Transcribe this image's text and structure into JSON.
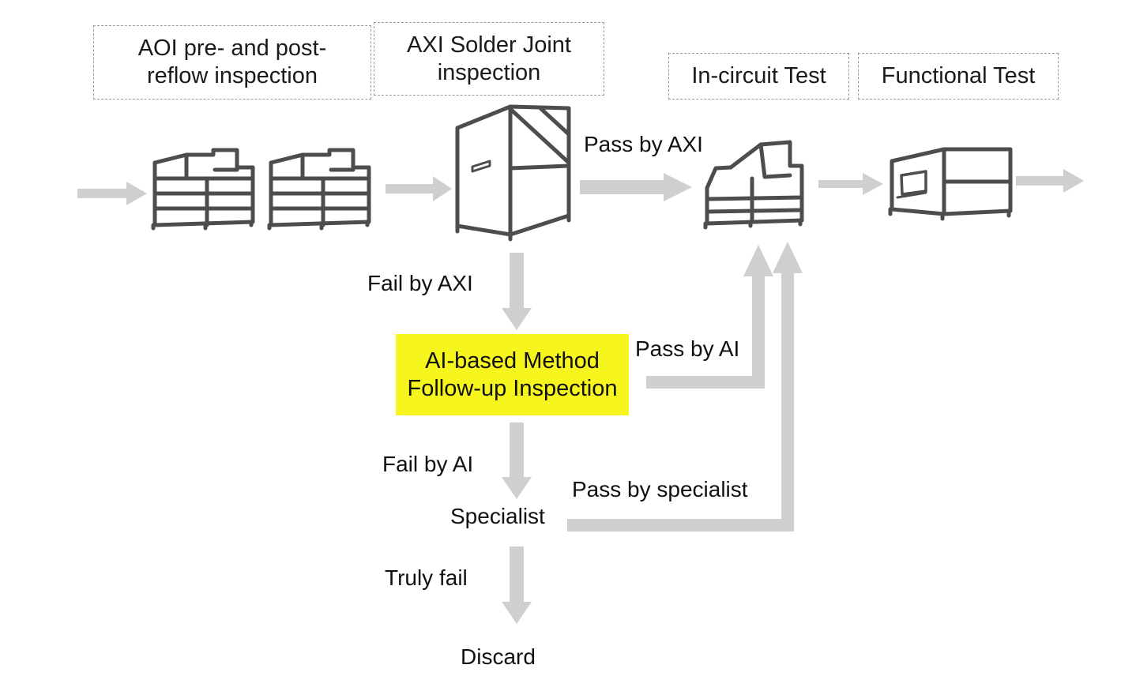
{
  "stages": {
    "aoi": [
      "AOI pre- and post-",
      "reflow inspection"
    ],
    "axi": [
      "AXI Solder Joint",
      "inspection"
    ],
    "ict": "In-circuit Test",
    "functional": "Functional Test"
  },
  "ai_box": {
    "line1": "AI-based Method",
    "line2": "Follow-up Inspection",
    "fill": "#f7f51e"
  },
  "arrows": {
    "pass_by_axi": "Pass by AXI",
    "fail_by_axi": "Fail by AXI",
    "pass_by_ai": "Pass by AI",
    "fail_by_ai": "Fail by AI",
    "pass_by_specialist": "Pass by specialist",
    "truly_fail": "Truly fail"
  },
  "nodes": {
    "specialist": "Specialist",
    "discard": "Discard"
  },
  "colors": {
    "arrow": "#cfcfcf",
    "machine_stroke": "#4d4d4d",
    "dashed_border": "#9a9a9a"
  },
  "icons": [
    "aoi-machine-icon",
    "aoi-machine-icon",
    "axi-machine-icon",
    "ict-machine-icon",
    "functional-tester-icon"
  ]
}
